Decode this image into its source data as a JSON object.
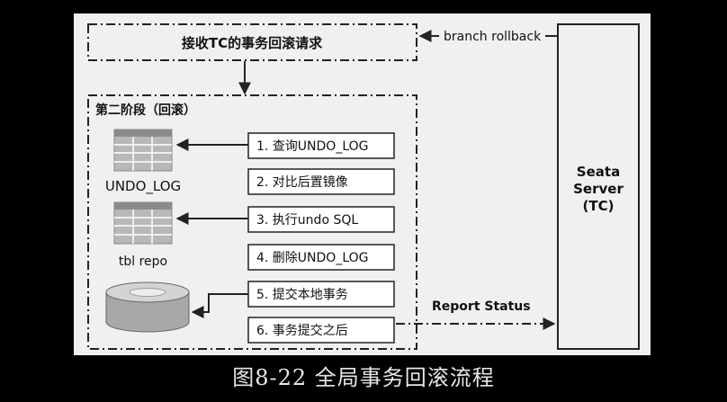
{
  "diagram": {
    "top_box_label": "接收TC的事务回滚请求",
    "branch_rollback_label": "branch rollback",
    "phase_title": "第二阶段（回滚）",
    "steps": [
      "1. 查询UNDO_LOG",
      "2. 对比后置镜像",
      "3. 执行undo SQL",
      "4. 删除UNDO_LOG",
      "5. 提交本地事务",
      "6. 事务提交之后"
    ],
    "undo_log_label": "UNDO_LOG",
    "tbl_repo_label": "tbl repo",
    "report_status_label": "Report Status",
    "server_label_lines": [
      "Seata",
      "Server",
      "(TC)"
    ]
  },
  "caption": "图8-22  全局事务回滚流程",
  "colors": {
    "panel_bg": "#f0f0f0",
    "line": "#222222",
    "table_fill": "#b8b8b8",
    "page_bg": "#000000"
  }
}
